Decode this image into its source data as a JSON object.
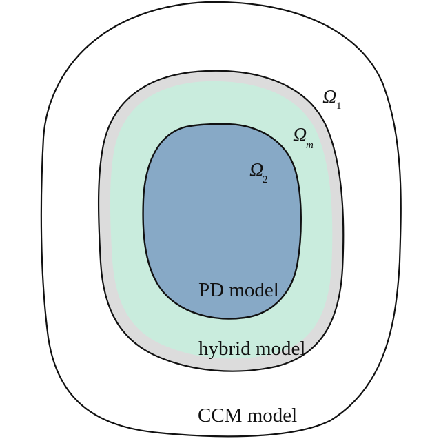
{
  "regions": {
    "outer": {
      "symbol": "Ω",
      "subscript": "1",
      "model_label": "CCM model",
      "fill": "#ffffff",
      "stroke": "#111111"
    },
    "middle": {
      "symbol": "Ω",
      "subscript": "m",
      "model_label": "hybrid model",
      "fill": "#c9ecdd",
      "band_fill": "#dcdcdc",
      "stroke": "#111111"
    },
    "inner": {
      "symbol": "Ω",
      "subscript": "2",
      "model_label": "PD model",
      "fill": "#87a9c6",
      "stroke": "#111111"
    }
  }
}
